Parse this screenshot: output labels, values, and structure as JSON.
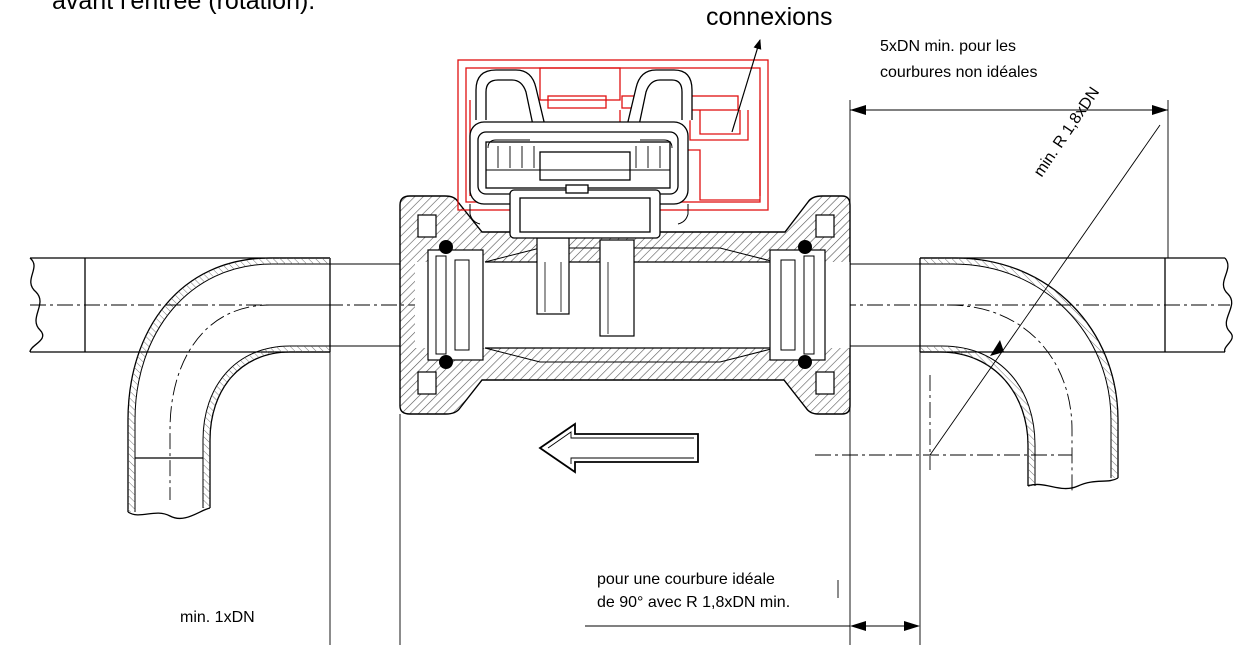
{
  "labels": {
    "top_left_text": "avant l'entrée (rotation).",
    "connections": "connexions",
    "non_ideal_bend_line1": "5xDN min. pour les",
    "non_ideal_bend_line2": "courbures non idéales",
    "radius_label": "min. R 1,8xDN",
    "ideal_bend_line1": "pour une courbure idéale",
    "ideal_bend_line2": "de 90° avec R 1,8xDN min.",
    "min_1xdn": "min. 1xDN"
  },
  "colors": {
    "line": "#000000",
    "hatch": "#555555",
    "electronics": "#e01010",
    "seal": "#000000"
  },
  "flow_direction": "right-to-left"
}
